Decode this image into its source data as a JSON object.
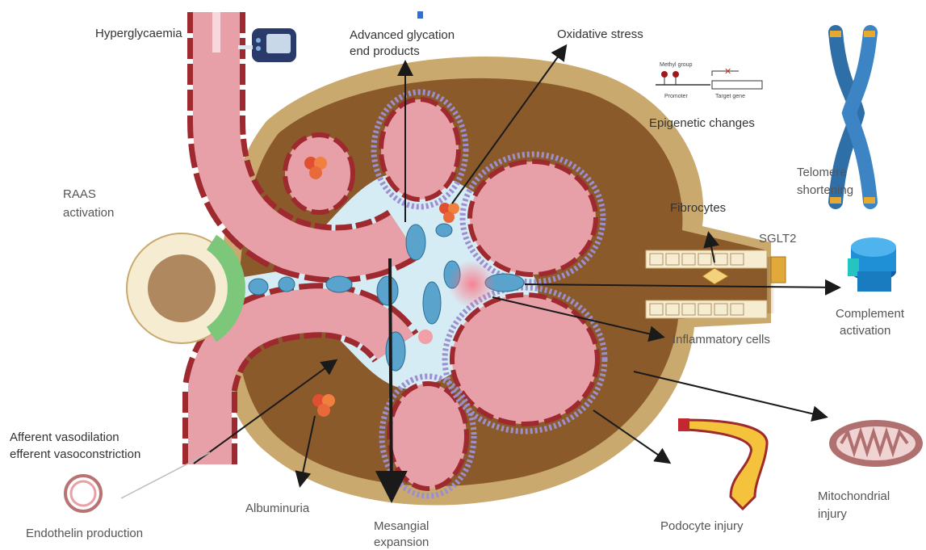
{
  "labels": {
    "hyperglycaemia": "Hyperglycaemia",
    "age_line1": "Advanced glycation",
    "age_line2": "end products",
    "oxidative_stress": "Oxidative stress",
    "epigenetic_changes": "Epigenetic changes",
    "methyl_group": "Methyl group",
    "promoter": "Promoter",
    "target_gene": "Target gene",
    "telomere_line1": "Telomere",
    "telomere_line2": "shortening",
    "raas_line1": "RAAS",
    "raas_line2": "activation",
    "fibrocytes": "Fibrocytes",
    "sglt2": "SGLT2",
    "complement_line1": "Complement",
    "complement_line2": "activation",
    "inflammatory_cells": "Inflammatory cells",
    "afferent_line1": "Afferent vasodilation",
    "afferent_line2": "efferent vasoconstriction",
    "endothelin": "Endothelin production",
    "albuminuria": "Albuminuria",
    "mesangial_line1": "Mesangial",
    "mesangial_line2": "expansion",
    "podocyte_injury": "Podocyte injury",
    "mito_line1": "Mitochondrial",
    "mito_line2": "injury"
  },
  "colors": {
    "capillary": "#e8a0a8",
    "capillary_wall": "#9e2a2f",
    "podocyte": "#9c8fd0",
    "bowman_capsule": "#c9a96e",
    "bowman_space": "#8b5a2b",
    "mesangium": "#d6ecf5",
    "mesangial_cell": "#5aa3cc",
    "tubule_cell": "#f5ecd2",
    "macula_densa": "#7cc77a",
    "chromosome": "#2f6fa8",
    "complement": "#1f8fd6"
  }
}
